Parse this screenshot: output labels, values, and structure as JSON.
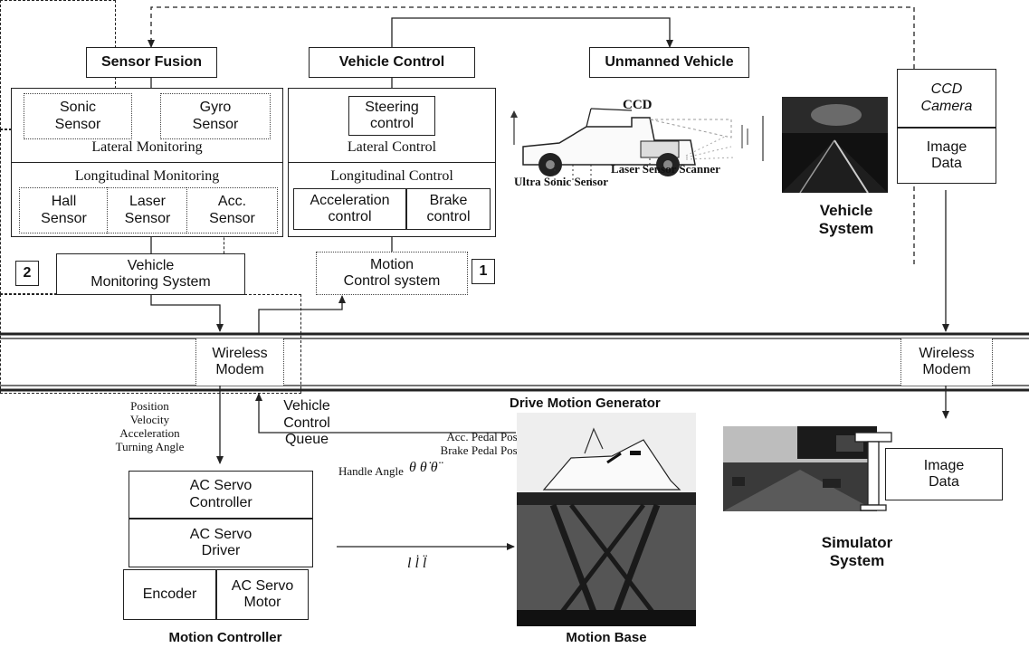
{
  "top": {
    "sensor_fusion": "Sensor Fusion",
    "vehicle_control": "Vehicle Control",
    "unmanned_vehicle": "Unmanned Vehicle"
  },
  "sensor_panel": {
    "sonic": "Sonic\nSensor",
    "gyro": "Gyro\nSensor",
    "lateral": "Lateral Monitoring",
    "longitudinal": "Longitudinal Monitoring",
    "hall": "Hall\nSensor",
    "laser": "Laser\nSensor",
    "acc": "Acc.\nSensor"
  },
  "control_panel": {
    "steering": "Steering\ncontrol",
    "lateral": "Lateral Control",
    "longitudinal": "Longitudinal Control",
    "acceleration": "Acceleration\ncontrol",
    "brake": "Brake\ncontrol"
  },
  "vehicle_figure": {
    "ccd": "CCD",
    "laser_scanner": "Laser Sensor Scanner",
    "ultra_sonic": "Ultra Sonic Sensor"
  },
  "camera_panel": {
    "ccd_camera": "CCD\nCamera",
    "image_data": "Image\nData"
  },
  "vehicle_system": "Vehicle\nSystem",
  "monitoring_system": "Vehicle\nMonitoring System",
  "motion_control_system": "Motion\nControl system",
  "badge_2": "2",
  "badge_1": "1",
  "wireless_left": "Wireless\nModem",
  "wireless_right": "Wireless\nModem",
  "position_list": "Position\nVelocity\nAcceleration\nTurning Angle",
  "control_queue": "Vehicle\nControl\nQueue",
  "drive_motion_generator": "Drive Motion Generator",
  "pedal_pos": "Acc. Pedal Pos.\nBrake Pedal Pos.",
  "handle_angle": "Handle Angle",
  "theta_symbols": "θ  θ̇  θ̈",
  "l_symbols": "l  l̇  l̈",
  "motion_controller": {
    "title": "Motion Controller",
    "servo_controller": "AC Servo\nController",
    "servo_driver": "AC Servo\nDriver",
    "encoder": "Encoder",
    "servo_motor": "AC Servo\nMotor"
  },
  "motion_base": "Motion Base",
  "simulator_image_data": "Image\nData",
  "simulator_system": "Simulator\nSystem"
}
